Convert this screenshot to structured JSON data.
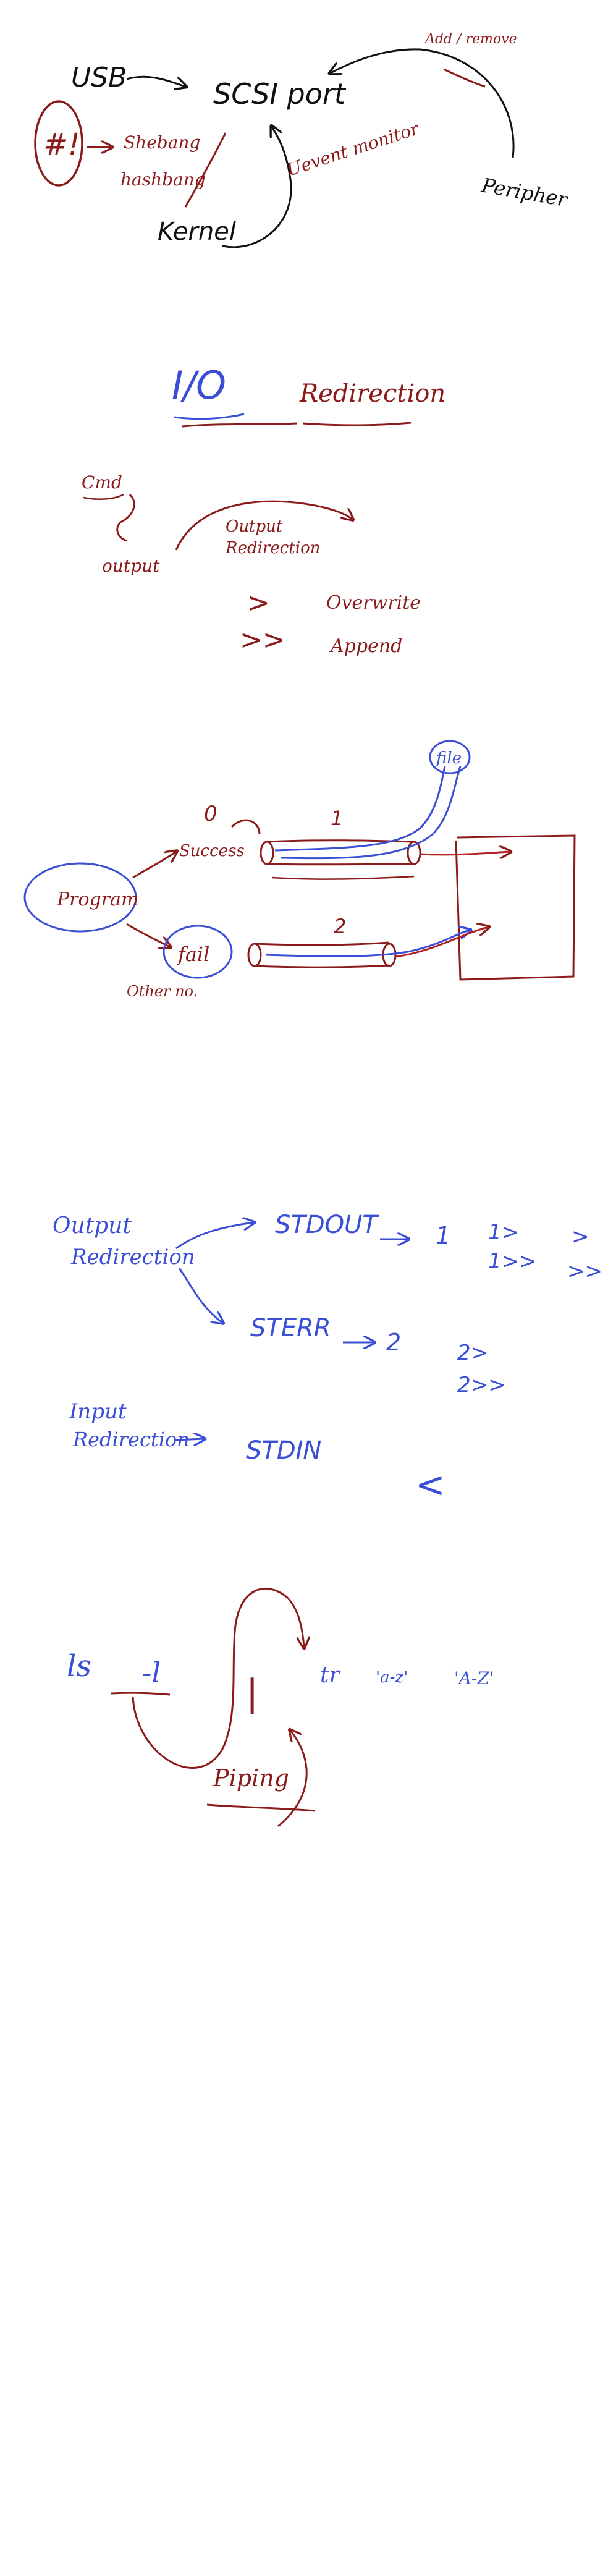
{
  "colors": {
    "black": "#111111",
    "red": "#8b1a1a",
    "blue": "#3a4fd6"
  },
  "section1": {
    "usb": "USB",
    "scsi_port": "SCSI port",
    "add_remove": "Add / remove",
    "udev_monitor": "Uevent monitor",
    "peripher": "Peripher",
    "kernel": "Kernel",
    "shebang_mark": "#!",
    "shebang": "Shebang",
    "hashbang": "hashbang"
  },
  "section2": {
    "title_io": "I/O",
    "title_redirection": "Redirection",
    "cmd": "Cmd",
    "output": "output",
    "output_redirection": "Output Redirection",
    "overwrite_symbol": ">",
    "overwrite": "Overwrite",
    "append_symbol": ">>",
    "append": "Append"
  },
  "section3": {
    "program": "Program",
    "success_code": "0",
    "success": "Success",
    "fail": "fail",
    "other_no": "Other no.",
    "stdout_num": "1",
    "stderr_num": "2",
    "file": "file"
  },
  "section4": {
    "output_redirection": "Output Redirection",
    "stdout": "STDOUT",
    "stdout_num": "1",
    "stdout_op1": "1>",
    "stdout_op2": "1>>",
    "stdout_short1": ">",
    "stdout_short2": ">>",
    "stderr": "STERR",
    "stderr_num": "2",
    "stderr_op1": "2>",
    "stderr_op2": "2>>",
    "input_redirection": "Input Redirection",
    "stdin": "STDIN",
    "stdin_op": "<"
  },
  "section5": {
    "ls": "ls",
    "flag": "-l",
    "tr": "tr",
    "arg1": "'a-z'",
    "arg2": "'A-Z'",
    "piping": "Piping"
  }
}
